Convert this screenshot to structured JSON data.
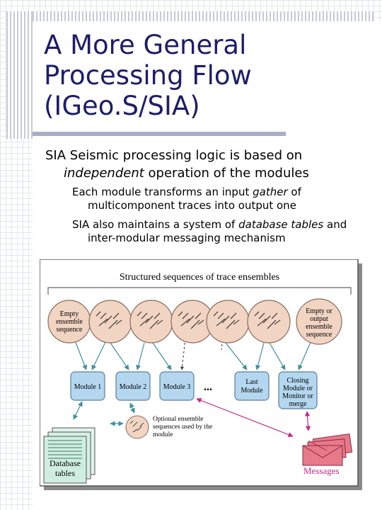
{
  "slide": {
    "title": "A More General Processing Flow (IGeo.S/SIA)",
    "bullet1": {
      "lead": "SIA Seismic processing logic is based on",
      "emphasis": "independent",
      "tail": "operation of the modules"
    },
    "bullet2": {
      "lead": "Each module transforms an input",
      "emphasis": "gather",
      "tail": "of",
      "line2": "multicomponent traces into output one"
    },
    "bullet3": {
      "lead": "SIA also maintains a system of",
      "emphasis": "database tables",
      "tail": "and",
      "line2": "inter-modular messaging mechanism"
    }
  },
  "diagram": {
    "header": "Structured sequences of trace ensembles",
    "ensembles": {
      "first": [
        "Empty",
        "ensemble",
        "sequence"
      ],
      "last": [
        "Empty or",
        "output",
        "ensemble",
        "sequence"
      ]
    },
    "ellipsis": "...",
    "modules": [
      "Module 1",
      "Module 2",
      "Module 3"
    ],
    "last_module": [
      "Last",
      "Module"
    ],
    "closing_module": [
      "Closing",
      "Module or",
      "Monitor or",
      "merge"
    ],
    "optional_label": [
      "Optional ensemble",
      "sequences used by the",
      "module"
    ],
    "database_label": [
      "Database",
      "tables"
    ],
    "messages_label": "Messages",
    "colors": {
      "module_fill": "#b4d7ef",
      "ensemble_fill": "#f1d4c2",
      "database_fill": "#cfeee0",
      "messages_fill": "#e8798a",
      "arrow_pink": "#c6248a",
      "arrow_teal": "#3f8fa2"
    }
  }
}
